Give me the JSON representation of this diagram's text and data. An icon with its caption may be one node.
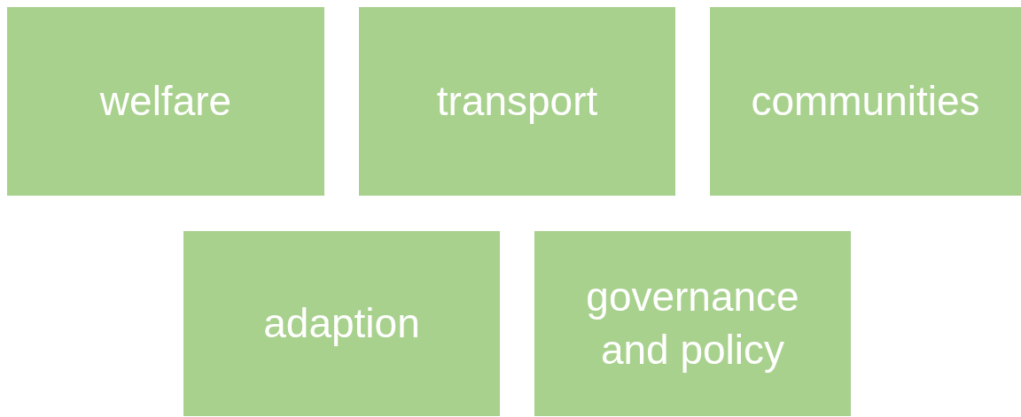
{
  "diagram": {
    "nodes": [
      {
        "text": [
          "welfare"
        ]
      },
      {
        "text": [
          "transport"
        ]
      },
      {
        "text": [
          "communities"
        ]
      },
      {
        "text": [
          "adaption"
        ]
      },
      {
        "text": [
          "governance and policy"
        ]
      }
    ]
  }
}
